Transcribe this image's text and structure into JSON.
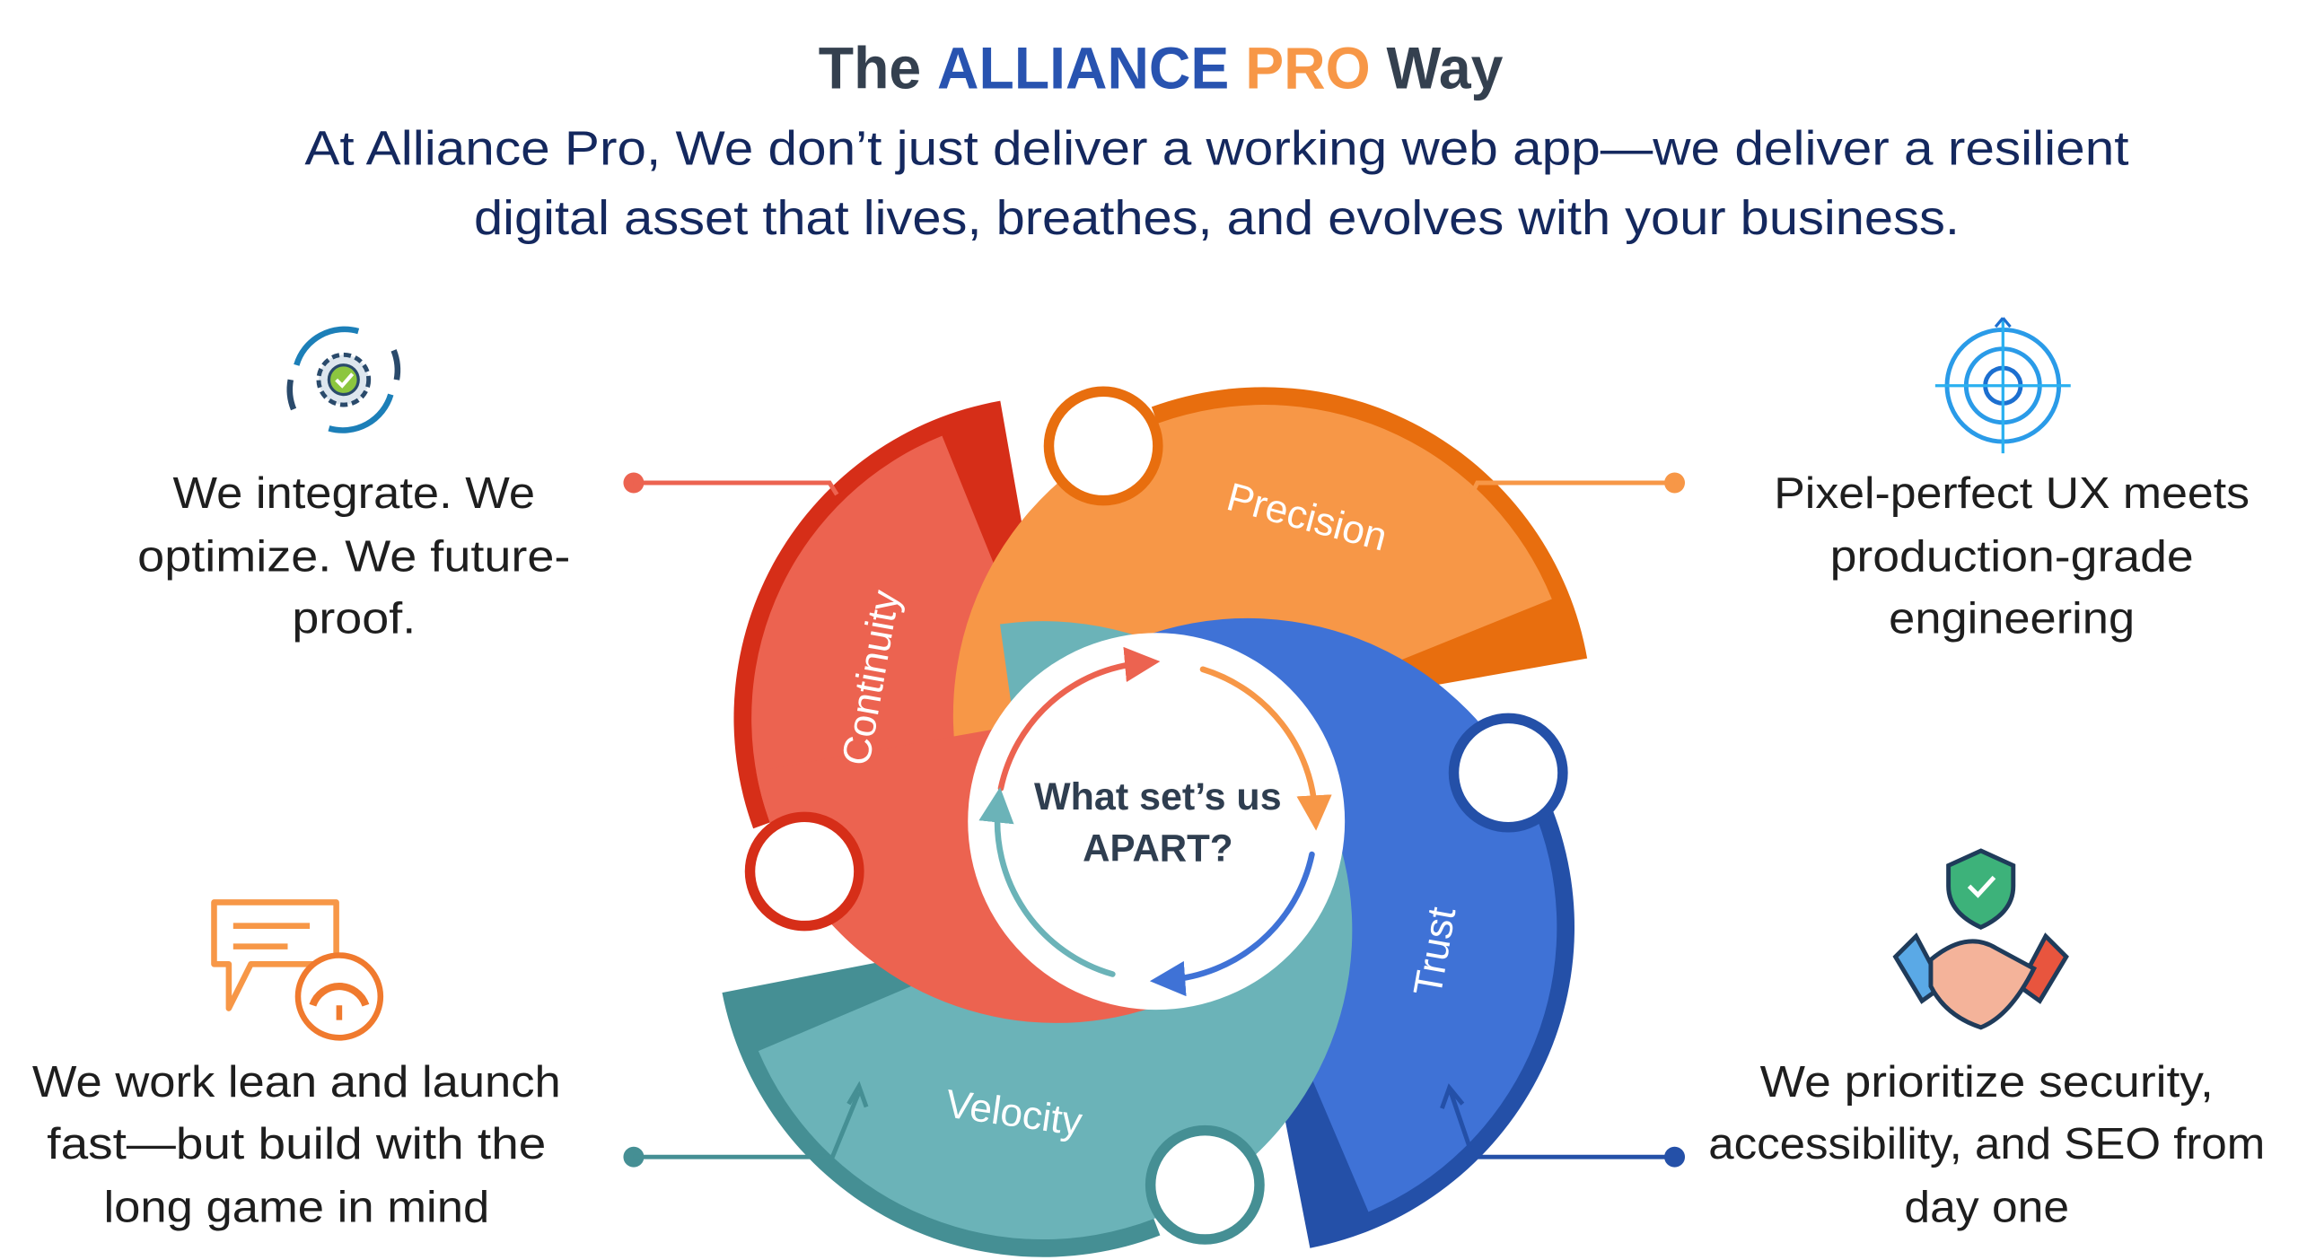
{
  "header": {
    "title_parts": [
      "The ",
      "ALLIANCE",
      " PRO",
      " Way"
    ],
    "subtitle_lines": [
      "At Alliance Pro, We don’t just deliver a working web app—we deliver a resilient",
      "digital asset that lives, breathes, and evolves with your business."
    ]
  },
  "center": {
    "lines": [
      "What set’s us",
      "APART?"
    ]
  },
  "petals": [
    {
      "label": "Continuity",
      "color": "#EC6350",
      "dark": "#D62E18"
    },
    {
      "label": "Precision",
      "color": "#F79747",
      "dark": "#E86E0E"
    },
    {
      "label": "Trust",
      "color": "#3F72D6",
      "dark": "#2450A8"
    },
    {
      "label": "Velocity",
      "color": "#6BB3B8",
      "dark": "#458F94"
    }
  ],
  "sides": {
    "top_left": {
      "icon": "gear-sync-icon",
      "lines": [
        "We integrate. We",
        "optimize. We future-",
        "proof."
      ]
    },
    "top_right": {
      "icon": "target-icon",
      "lines": [
        "Pixel-perfect UX meets",
        "production-grade",
        "engineering"
      ]
    },
    "bottom_left": {
      "icon": "chat-gauge-icon",
      "lines": [
        "We work lean and launch",
        "fast—but build with the",
        "long game in mind"
      ]
    },
    "bottom_right": {
      "icon": "shield-handshake-icon",
      "lines": [
        "We prioritize security,",
        "accessibility, and SEO from",
        "day one"
      ]
    }
  },
  "colors": {
    "title_dark": "#34404F",
    "alliance_blue": "#2853B0",
    "pro_orange": "#F79747",
    "subtitle": "#14285E"
  }
}
